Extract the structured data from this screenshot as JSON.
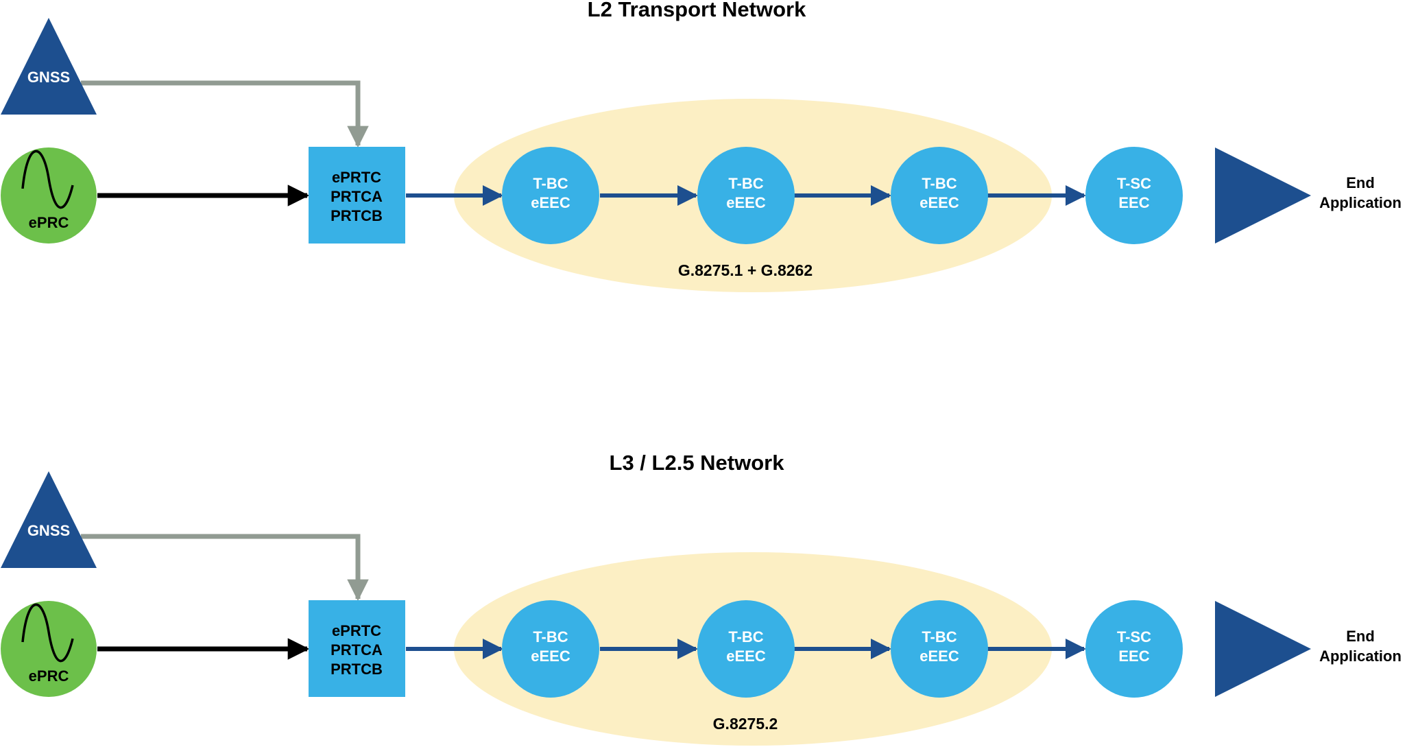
{
  "colors": {
    "gnss": "#1d4f8f",
    "eprc": "#6cc04a",
    "node": "#38b1e6",
    "ellipse": "#fcefc4",
    "arrow_blue": "#1d4f8f",
    "arrow_gray": "#919b92",
    "arrow_black": "#000000"
  },
  "sections": [
    {
      "title": "L2 Transport Network",
      "gnss_label": "GNSS",
      "eprc_label": "ePRC",
      "prtc_lines": [
        "ePRTC",
        "PRTCA",
        "PRTCB"
      ],
      "bc_nodes": [
        [
          "T-BC",
          "eEEC"
        ],
        [
          "T-BC",
          "eEEC"
        ],
        [
          "T-BC",
          "eEEC"
        ]
      ],
      "tsc_lines": [
        "T-SC",
        "EEC"
      ],
      "standard_label": "G.8275.1 + G.8262",
      "end_lines": [
        "End",
        "Application"
      ]
    },
    {
      "title": "L3 / L2.5 Network",
      "gnss_label": "GNSS",
      "eprc_label": "ePRC",
      "prtc_lines": [
        "ePRTC",
        "PRTCA",
        "PRTCB"
      ],
      "bc_nodes": [
        [
          "T-BC",
          "eEEC"
        ],
        [
          "T-BC",
          "eEEC"
        ],
        [
          "T-BC",
          "eEEC"
        ]
      ],
      "tsc_lines": [
        "T-SC",
        "EEC"
      ],
      "standard_label": "G.8275.2",
      "end_lines": [
        "End",
        "Application"
      ]
    }
  ]
}
